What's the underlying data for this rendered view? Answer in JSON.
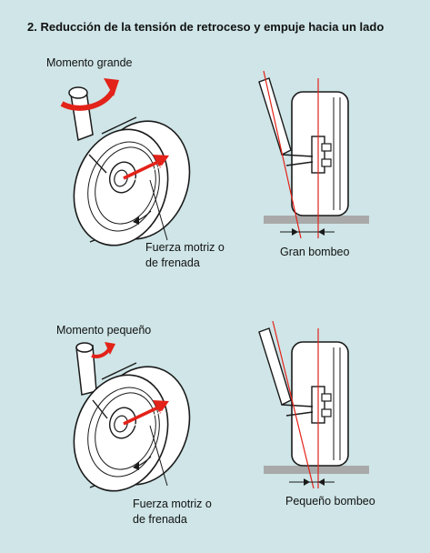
{
  "title": "2. Reducción de la tensión de retroceso y empuje hacia un lado",
  "top": {
    "moment_label": "Momento grande",
    "force_label_line1": "Fuerza motriz o",
    "force_label_line2": "de frenada",
    "offset_label": "Gran bombeo"
  },
  "bottom": {
    "moment_label": "Momento pequeño",
    "force_label_line1": "Fuerza motriz o",
    "force_label_line2": "de frenada",
    "offset_label": "Pequeño bombeo"
  },
  "colors": {
    "background": "#cfe5e7",
    "arrow_red": "#e32219",
    "line_dark": "#1a1a1a",
    "ground_gray": "#a9a9a9"
  }
}
